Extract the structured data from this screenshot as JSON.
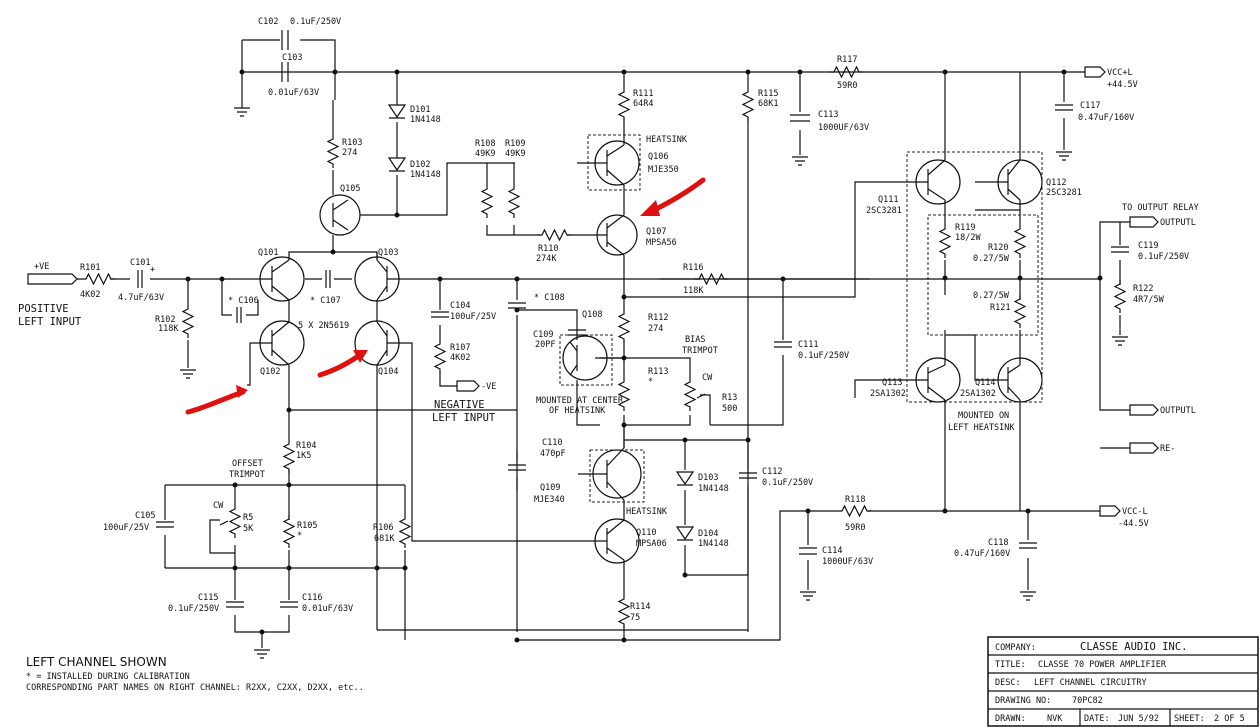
{
  "title_block": {
    "company_label": "COMPANY:",
    "company": "CLASSE AUDIO INC.",
    "title_label": "TITLE:",
    "title": "CLASSE 70 POWER AMPLIFIER",
    "desc_label": "DESC:",
    "desc": "LEFT CHANNEL CIRCUITRY",
    "drawing_no_label": "DRAWING NO:",
    "drawing_no": "70PC82",
    "drawn_label": "DRAWN:",
    "drawn": "NVK",
    "date_label": "DATE:",
    "date": "JUN 5/92",
    "sheet_label": "SHEET:",
    "sheet": "2 OF 5"
  },
  "notes": {
    "heading": "LEFT CHANNEL SHOWN",
    "line1": "* = INSTALLED DURING CALIBRATION",
    "line2": "CORRESPONDING PART NAMES ON RIGHT CHANNEL: R2XX, C2XX, D2XX, etc.."
  },
  "ports": {
    "pos_input": "+VE",
    "pos_input_caption_1": "POSITIVE",
    "pos_input_caption_2": "LEFT INPUT",
    "neg_input": "-VE",
    "neg_input_caption_1": "NEGATIVE",
    "neg_input_caption_2": "LEFT INPUT",
    "vccp": "VCC+L",
    "vccp_value": "+44.5V",
    "vccn": "VCC-L",
    "vccn_value": "-44.5V",
    "to_output_relay": "TO OUTPUT RELAY",
    "outputl_top": "OUTPUTL",
    "outputl_bottom": "OUTPUTL",
    "re": "RE-"
  },
  "components": {
    "c102": "C102",
    "c102_val": "0.1uF/250V",
    "c103": "C103",
    "c103_val": "0.01uF/63V",
    "d101": "D101",
    "d101_val": "1N4148",
    "d102": "D102",
    "d102_val": "1N4148",
    "r103": "R103",
    "r103_val": "274",
    "q105": "Q105",
    "r111": "R111",
    "r111_val": "64R4",
    "heatsink_106": "HEATSINK",
    "q106": "Q106",
    "q106_val": "MJE350",
    "r108": "R108",
    "r108_val": "49K9",
    "r109": "R109",
    "r109_val": "49K9",
    "r110": "R110",
    "r110_val": "274K",
    "q107": "Q107",
    "q107_val": "MPSA56",
    "r115": "R115",
    "r115_val": "68K1",
    "r117": "R117",
    "r117_val": "59R0",
    "c113": "C113",
    "c113_val": "1000UF/63V",
    "c117": "C117",
    "c117_val": "0.47uF/160V",
    "q111": "Q111",
    "q111_val": "2SC3281",
    "q112": "Q112",
    "q112_val": "2SC3281",
    "r119": "R119",
    "r119_val": "18/2W",
    "r120": "R120",
    "r120_val": "0.27/5W",
    "r121_val": "0.27/5W",
    "r121": "R121",
    "c119": "C119",
    "c119_val": "0.1uF/250V",
    "r122": "R122",
    "r122_val": "4R7/5W",
    "r101": "R101",
    "r101_val": "4K02",
    "c101": "C101",
    "c101_val": "4.7uF/63V",
    "q101": "Q101",
    "q103": "Q103",
    "c106": "* C106",
    "c107": "* C107",
    "r102": "R102",
    "r102_val": "118K",
    "q102": "Q102",
    "q104": "Q104",
    "five_x": "5 X 2N5619",
    "c104": "C104",
    "c104_val": "100uF/25V",
    "r107": "R107",
    "r107_val": "4K02",
    "r116": "R116",
    "r116_val": "118K",
    "c108": "* C108",
    "c109": "C109",
    "c109_val": "20PF",
    "q108": "Q108",
    "mounted_center_1": "MOUNTED AT CENTER",
    "mounted_center_2": "OF HEATSINK",
    "r112": "R112",
    "r112_val": "274",
    "bias_1": "BIAS",
    "bias_2": "TRIMPOT",
    "r113": "R113",
    "r113_star": "*",
    "cw1": "CW",
    "r13": "R13",
    "r13_val": "500",
    "c111": "C111",
    "c111_val": "0.1uF/250V",
    "q113": "Q113",
    "q113_val": "2SA1302",
    "q114": "Q114",
    "q114_val": "2SA1302",
    "mounted_left_1": "MOUNTED ON",
    "mounted_left_2": "LEFT HEATSINK",
    "r104": "R104",
    "r104_val": "1K5",
    "offset_1": "OFFSET",
    "offset_2": "TRIMPOT",
    "c105": "C105",
    "c105_val": "100uF/25V",
    "cw2": "CW",
    "r5": "R5",
    "r5_val": "5K",
    "r105": "R105",
    "r105_star": "*",
    "r106": "R106",
    "r106_val": "681K",
    "c115": "C115",
    "c115_val": "0.1uF/250V",
    "c116": "C116",
    "c116_val": "0.01uF/63V",
    "c110": "C110",
    "c110_val": "470pF",
    "q109": "Q109",
    "q109_val": "MJE340",
    "heatsink_109": "HEATSINK",
    "d103": "D103",
    "d103_val": "1N4148",
    "d104": "D104",
    "d104_val": "1N4148",
    "c112": "C112",
    "c112_val": "0.1uF/250V",
    "q110": "Q110",
    "q110_val": "MPSA06",
    "r114": "R114",
    "r114_val": "75",
    "r118": "R118",
    "r118_val": "59R0",
    "c114": "C114",
    "c114_val": "1000UF/63V",
    "c118": "C118",
    "c118_val": "0.47uF/160V"
  },
  "colors": {
    "ink": "#111111",
    "annotation_red": "#e01010",
    "paper": "#ffffff"
  }
}
